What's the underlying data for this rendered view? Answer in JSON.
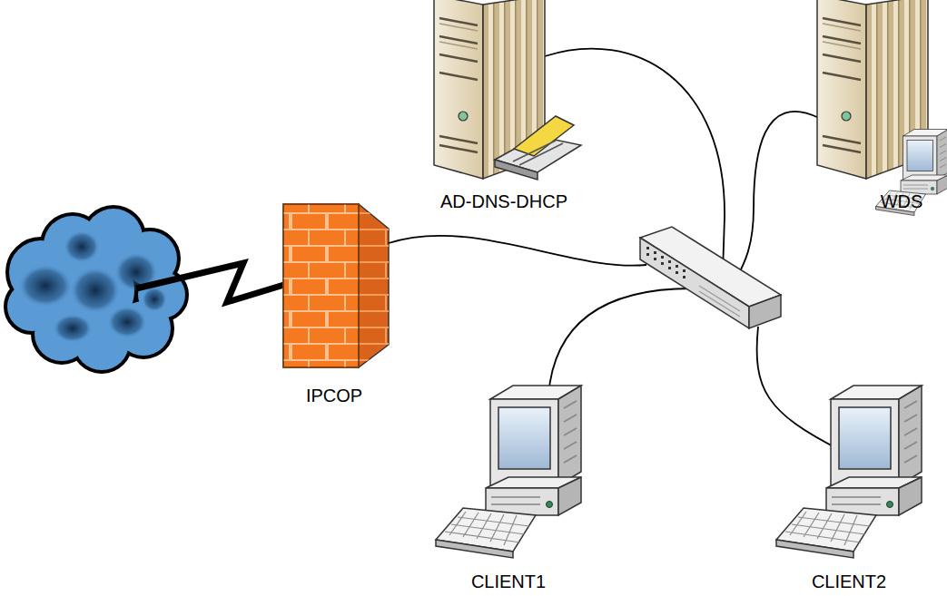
{
  "diagram": {
    "nodes": [
      {
        "text": [
          "AD-DNS-DHCP"
        ]
      },
      {
        "text": [
          "WDS"
        ]
      },
      {
        "text": [
          "IPCOP"
        ]
      },
      {
        "text": [
          "CLIENT1"
        ]
      },
      {
        "text": [
          "CLIENT2"
        ]
      }
    ]
  }
}
